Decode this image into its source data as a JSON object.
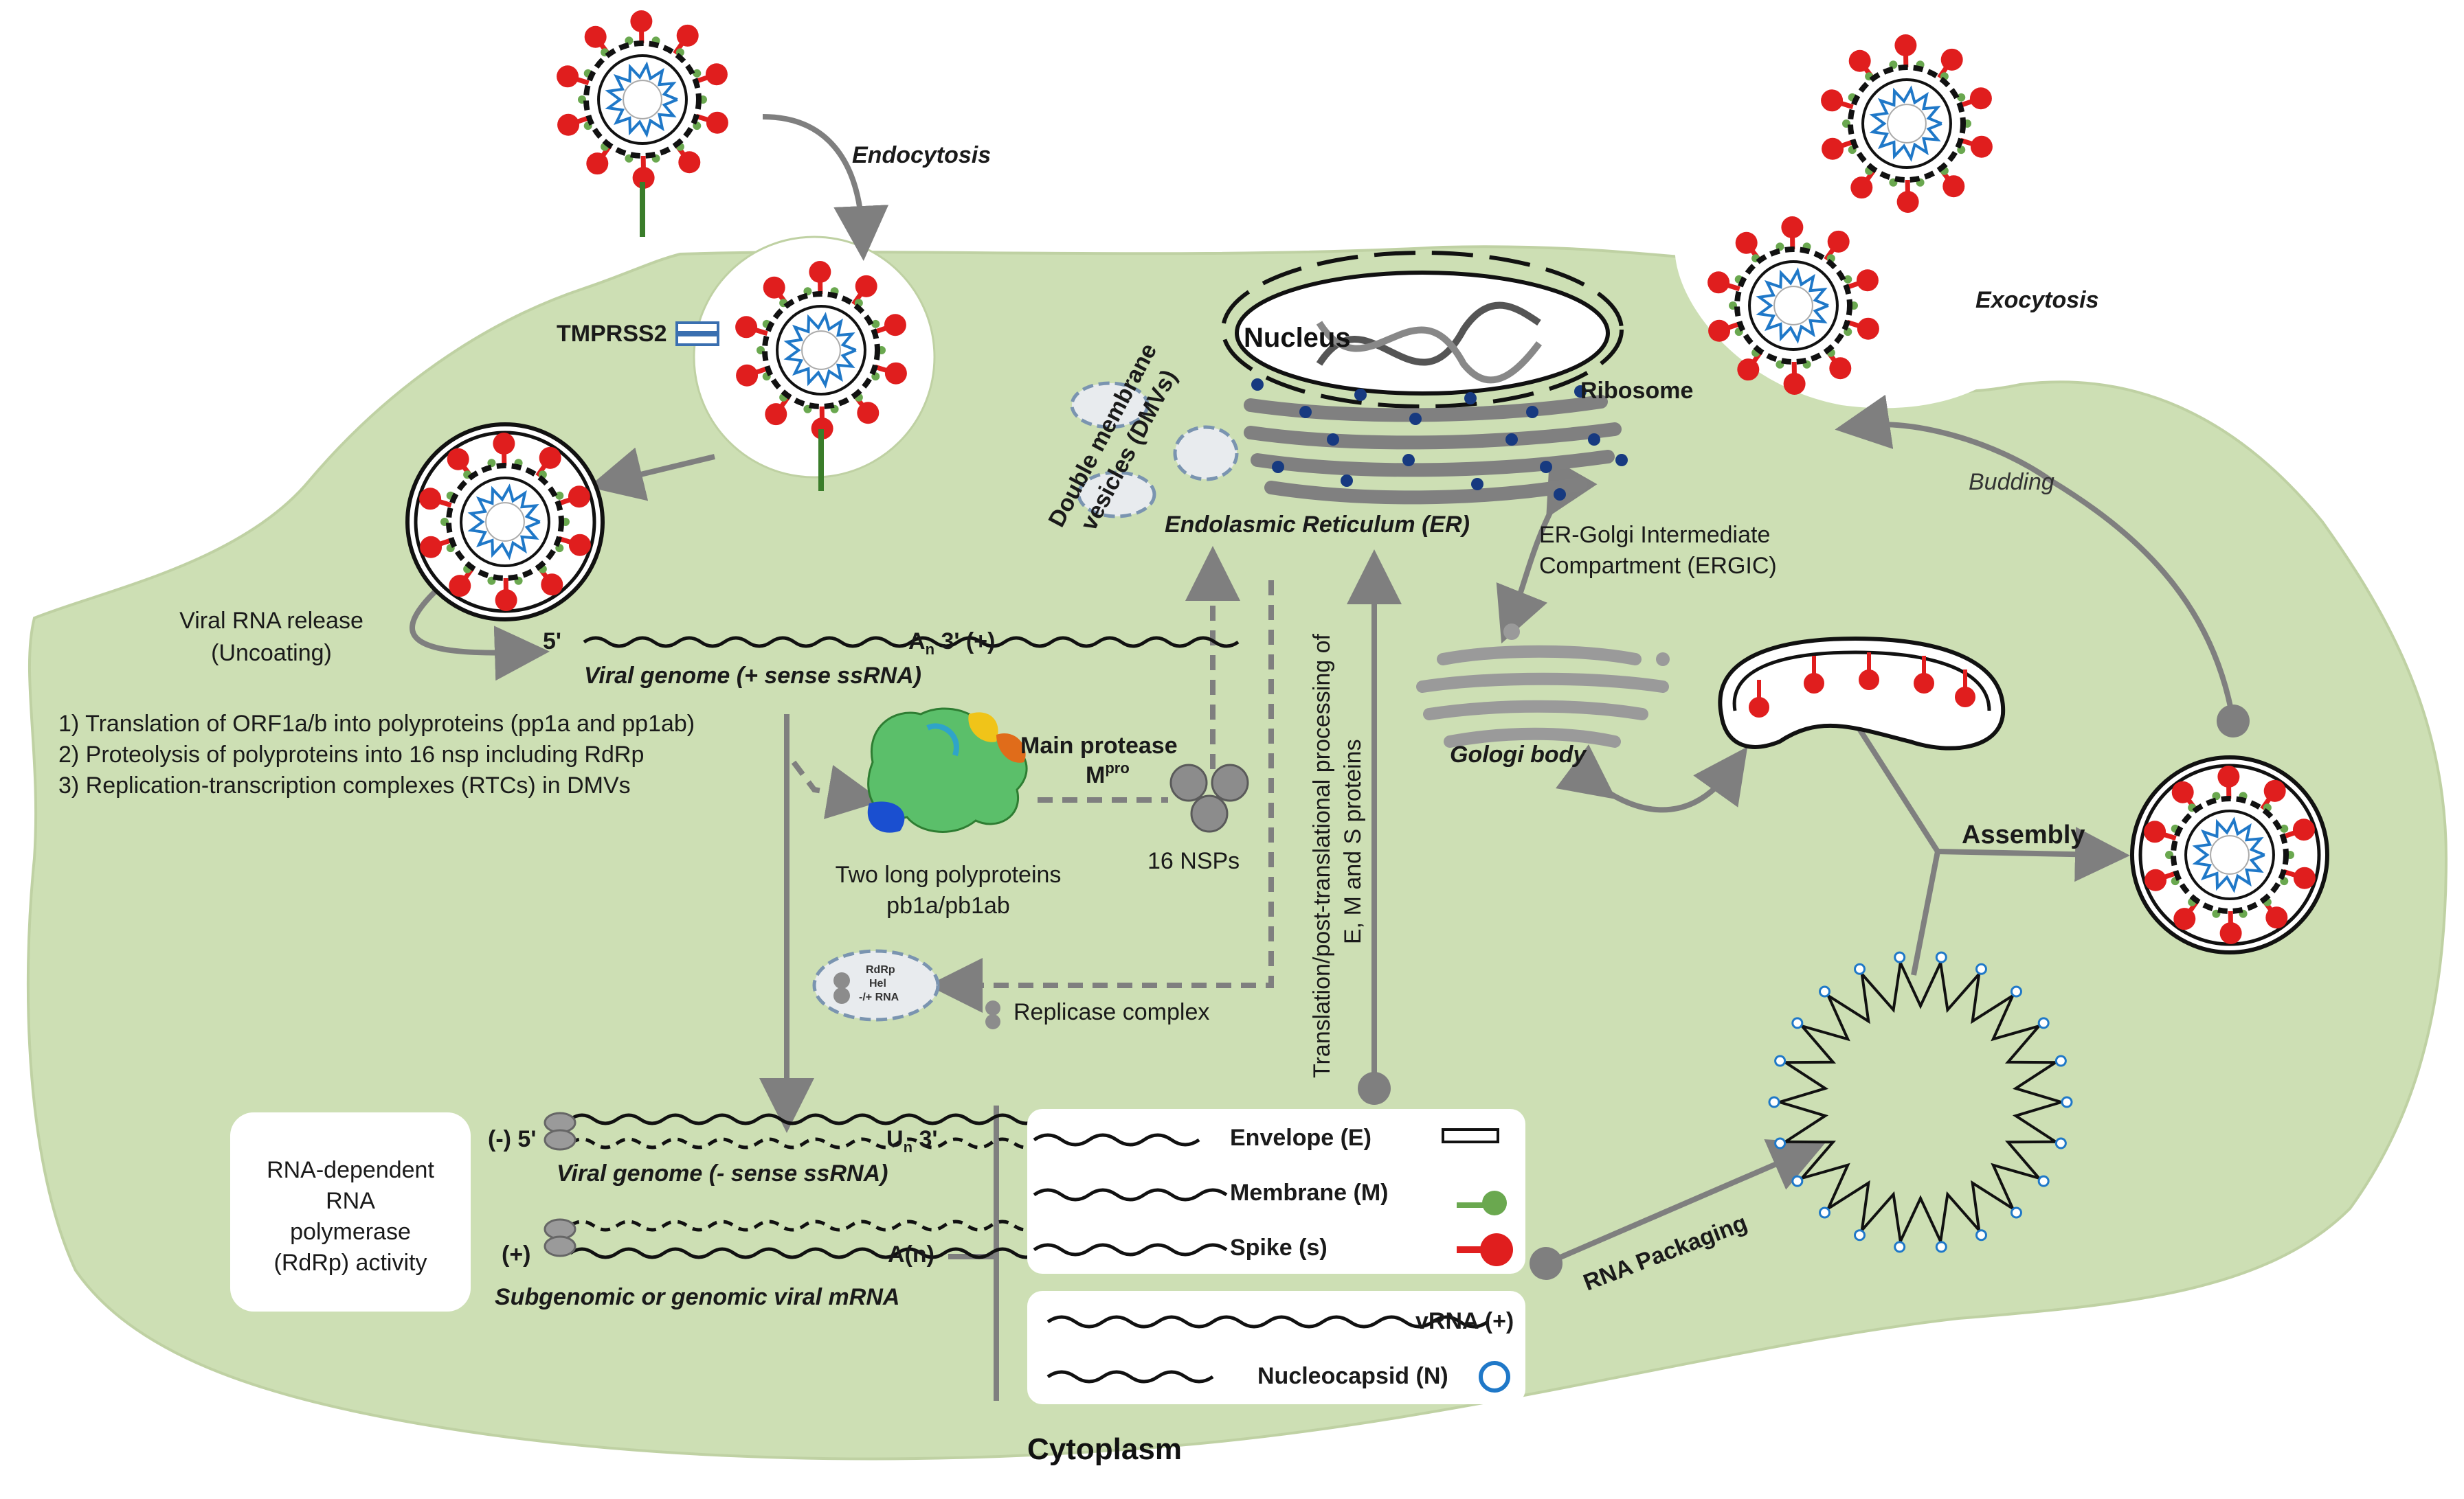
{
  "labels": {
    "endocytosis": "Endocytosis",
    "tmprss2": "TMPRSS2",
    "nucleus": "Nucleus",
    "ribosome": "Ribosome",
    "dmv_line1": "Double membrane",
    "dmv_line2": "vesicles (DMVs)",
    "er": "Endolasmic Reticulum (ER)",
    "exocytosis": "Exocytosis",
    "budding": "Budding",
    "ergic_line1": "ER-Golgi Intermediate",
    "ergic_line2": "Compartment (ERGIC)",
    "golgi": "Gologi body",
    "assembly": "Assembly",
    "uncoating_line1": "Viral RNA release",
    "uncoating_line2": "(Uncoating)",
    "five_prime": "5'",
    "genome_end": "A",
    "genome_end_sub": "n",
    "genome_end_tail": " 3' (+)",
    "viral_genome_plus": "Viral genome (+ sense ssRNA)",
    "steps": [
      "1)   Translation of ORF1a/b into polyproteins (pp1a and pp1ab)",
      "2)   Proteolysis of polyproteins into 16 nsp including RdRp",
      "3)   Replication-transcription complexes (RTCs) in DMVs"
    ],
    "main_protease": "Main protease",
    "mpro": "M",
    "mpro_sup": "pro",
    "polyproteins_line1": "Two long polyproteins",
    "polyproteins_line2": "pb1a/pb1ab",
    "nsps": "16 NSPs",
    "vertical_line1": "Translation/post-translational processing of",
    "vertical_line2": "E, M and S proteins",
    "rdrp_small": "RdRp",
    "hel_small": "Hel",
    "rna_small": "-/+ RNA",
    "replicase": "Replicase complex",
    "rdrp_box_lines": [
      "RNA-dependent",
      "RNA",
      "polymerase",
      "(RdRp) activity"
    ],
    "minus_five": "(-) 5'",
    "minus_end": "U",
    "minus_end_sub": "n",
    "minus_end_tail": " 3'",
    "viral_genome_minus": "Viral genome (- sense ssRNA)",
    "plus_marker": "(+)",
    "an_marker": "A(n)",
    "subgenomic": "Subgenomic or genomic viral mRNA",
    "envelope": "Envelope (E)",
    "membrane": "Membrane (M)",
    "spike": "Spike (s)",
    "vrna": "vRNA (+)",
    "nucleocapsid": "Nucleocapsid (N)",
    "rna_packaging": "RNA Packaging",
    "cytoplasm": "Cytoplasm"
  },
  "colors": {
    "cell_fill": "#cddfb4",
    "arrow": "#7f7f7f",
    "spike_red": "#e01e1e",
    "membrane_green": "#6aa84f",
    "nucleocapsid_blue": "#1f78c8",
    "ribosome_blue": "#173a80"
  }
}
